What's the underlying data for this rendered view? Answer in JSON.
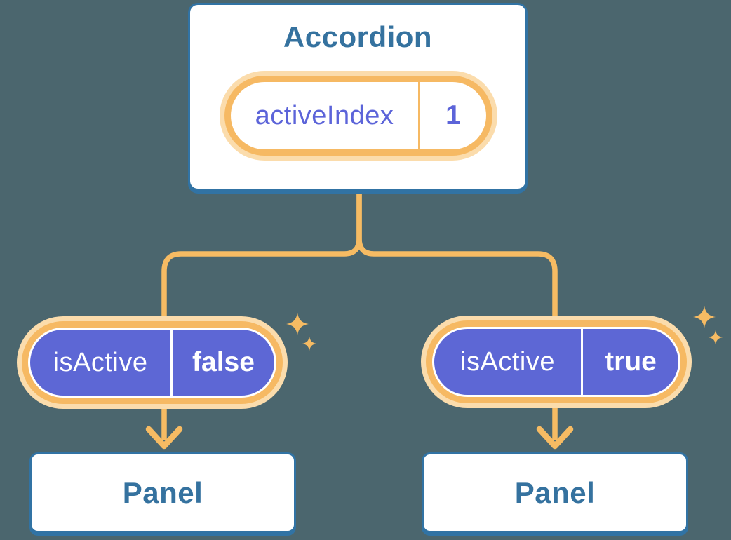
{
  "colors": {
    "background": "#4b666e",
    "card_border": "#3173a4",
    "heading_text": "#35729f",
    "connector_orange": "#f6bb63",
    "pill_ring_orange": "#f6b963",
    "pill_glow": "#fbdcac",
    "pill_purple": "#5d67d5",
    "state_text_purple": "#5c64d9",
    "white": "#ffffff"
  },
  "accordion": {
    "title": "Accordion",
    "state_pill": {
      "label": "activeIndex",
      "value": "1"
    }
  },
  "children": [
    {
      "pill": {
        "label": "isActive",
        "value": "false"
      },
      "panel_label": "Panel"
    },
    {
      "pill": {
        "label": "isActive",
        "value": "true"
      },
      "panel_label": "Panel"
    }
  ],
  "icons": {
    "sparkle": "four-point-star",
    "arrow": "down-arrow"
  }
}
